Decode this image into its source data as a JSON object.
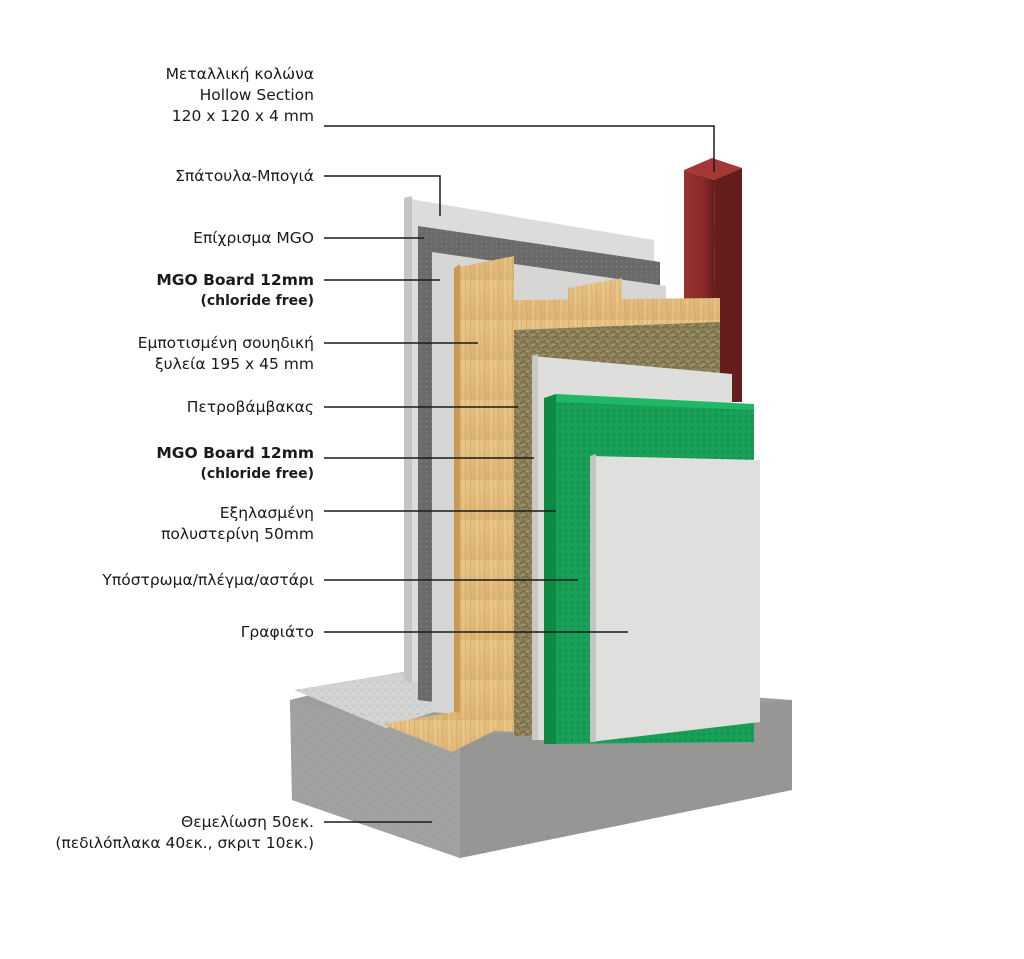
{
  "labels": {
    "column": {
      "line1": "Μεταλλική κολώνα",
      "line2": "Hollow Section",
      "line3": "120 x 120 x 4 mm"
    },
    "trowel": {
      "line1": "Σπάτουλα-Μπογιά"
    },
    "mgo_render": {
      "line1": "Επίχρισμα MGO"
    },
    "mgo_board_outer": {
      "line1": "MGO Board 12mm",
      "line2": "(chloride free)"
    },
    "timber": {
      "line1": "Εμποτισμένη σουηδική",
      "line2": "ξυλεία  195 x 45 mm"
    },
    "rockwool": {
      "line1": "Πετροβάμβακας"
    },
    "mgo_board_inner": {
      "line1": "MGO Board 12mm",
      "line2": "(chloride free)"
    },
    "xps": {
      "line1": "Εξηλασμένη",
      "line2": "πολυστερίνη 50mm"
    },
    "mesh": {
      "line1": "Υπόστρωμα/πλέγμα/αστάρι"
    },
    "plaster": {
      "line1": "Γραφιάτο"
    },
    "foundation": {
      "line1": "Θεμελίωση 50εκ.",
      "line2": "(πεδιλόπλακα 40εκ., σκριτ 10εκ.)"
    }
  },
  "colors": {
    "steel_column": "#8b2a2a",
    "timber": "#e2bf83",
    "rockwool": "#8a7d55",
    "xps": "#1aa35a",
    "mgo": "#d9d9d7",
    "render_dark": "#6e6e6e",
    "concrete": "#9c9c9a"
  }
}
